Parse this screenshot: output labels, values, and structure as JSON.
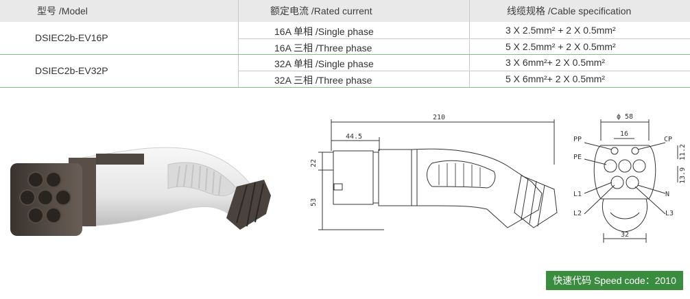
{
  "table": {
    "headers": [
      "型号 /Model",
      "额定电流 /Rated current",
      "线缆规格 /Cable specification"
    ],
    "rows": [
      {
        "model": "DSIEC2b-EV16P",
        "current": "16A 单相 /Single phase",
        "cable": "3 X 2.5mm² + 2 X 0.5mm²"
      },
      {
        "model": "",
        "current": "16A 三相 /Three phase",
        "cable": "5 X 2.5mm² + 2 X 0.5mm²"
      },
      {
        "model": "DSIEC2b-EV32P",
        "current": "32A 单相 /Single phase",
        "cable": "3 X 6mm²+ 2 X 0.5mm²"
      },
      {
        "model": "",
        "current": "32A 三相 /Three phase",
        "cable": "5 X 6mm²+ 2 X 0.5mm²"
      }
    ]
  },
  "drawing": {
    "dim_total_length": "210",
    "dim_front_length": "44.5",
    "dim_head_height": "22",
    "dim_body_height": "53",
    "dim_face_diameter": "ϕ 58",
    "dim_pp_cp_spacing": "16",
    "dim_top_offset": "11.2",
    "dim_pin_offset": "13.9",
    "dim_bottom_width": "32",
    "pin_labels": {
      "pp": "PP",
      "cp": "CP",
      "pe": "PE",
      "l1": "L1",
      "l2": "L2",
      "l3": "L3",
      "n": "N"
    }
  },
  "speed_code": "快速代码 Speed code：2010",
  "colors": {
    "header_bg": "#e9e9e9",
    "badge_bg": "#3a8d3f",
    "divider": "#7fbf86"
  }
}
